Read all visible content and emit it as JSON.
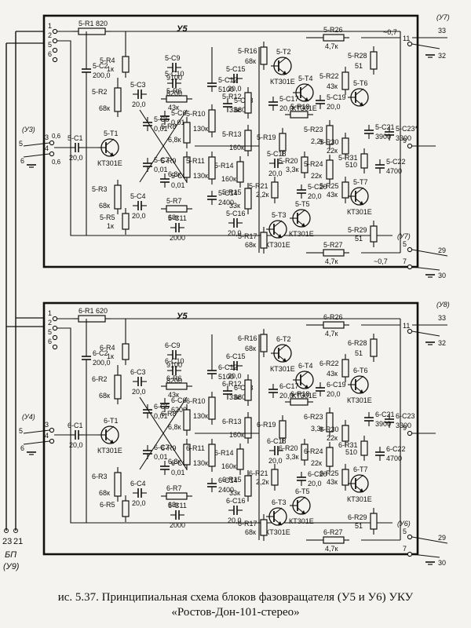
{
  "caption": {
    "line1": "ис. 5.37. Принципиальная схема блоков фазовращателя (У5 и У6) УКУ",
    "line2": "«Ростов-Дон-101-стерео»"
  },
  "blocks": [
    {
      "id": "u5",
      "title": "У5",
      "input_connector": "(У3)",
      "output_connector_top": "(У7)",
      "output_connector_bottom": "(У7)",
      "voltage_top": "~0,7",
      "voltage_bottom": "~0,7",
      "pins_left_top": [
        "1",
        "2",
        "5",
        "6"
      ],
      "pins_left_mid": [
        "5",
        "6",
        "3",
        "4"
      ],
      "pins_right": [
        "33",
        "32",
        "11",
        "9",
        "5",
        "29",
        "7",
        "30"
      ],
      "values_left_mid": [
        "0,6",
        "0,6"
      ],
      "components": {
        "R1": "5-R1  820",
        "C2": "5-C2",
        "C2v": "200,0",
        "C1": "5-C1",
        "C1v": "20,0",
        "T1": "5-T1",
        "T1v": "КТ301Е",
        "R2": "5-R2",
        "R2v": "68к",
        "R3": "5-R3",
        "R3v": "68к",
        "R4": "5-R4",
        "R4v": "1к",
        "R5": "5-R5",
        "R5v": "1к",
        "C3": "5-C3",
        "C3v": "20,0",
        "C4": "5-C4",
        "C4v": "20,0",
        "C5": "5-C5",
        "C5v": "0,01",
        "C6": "5-C6",
        "C6v": "0,01",
        "C7": "5-C7",
        "C7v": "0,01",
        "C8": "5-C8",
        "C8v": "0,01",
        "C9": "5-C9",
        "C9v": "9100",
        "C10": "5-C10",
        "C10v": "8200",
        "C11": "5-C11",
        "C11v": "2000",
        "R6": "5-R6",
        "R6v": "43к",
        "R7": "5-R7",
        "R7v": "68к",
        "R8": "5-R8",
        "R8v": "6,8к",
        "R9": "5-R9",
        "R9v": "6,8к",
        "R10": "5-R10",
        "R10v": "130к",
        "R11": "5-R11",
        "R11v": "130к",
        "C12": "5-C12",
        "C12v": "5100",
        "C13": "5-C13",
        "C13v": "6800",
        "C14": "5-C14",
        "C14v": "2400",
        "C15": "5-C15",
        "C15v": "20,0",
        "C16": "5-C16",
        "C16v": "20,0",
        "C17": "5-C17",
        "C17v": "20,0",
        "C18": "5-C18",
        "C18v": "20,0",
        "C19": "5-C19",
        "C19v": "20,0",
        "C20": "5-C20",
        "C20v": "20,0",
        "C21": "5-C21",
        "C21v": "3900",
        "C22": "5-C22",
        "C22v": "4700",
        "C23": "5-C23*",
        "C23v": "3300",
        "R12": "5-R12",
        "R12v": "33к",
        "R13": "5-R13",
        "R13v": "160к",
        "R14": "5-R14",
        "R14v": "160к",
        "R15": "5-R15",
        "R15v": "33к",
        "R16": "5-R16",
        "R16v": "68к",
        "R17": "5-R17",
        "R17v": "68к",
        "R18": "5-R18",
        "R19": "5-R19",
        "R20": "5-R20",
        "R20v": "3,3к",
        "R21": "5-R21",
        "R21v": "2,2к",
        "R22": "5-R22",
        "R22v": "43к",
        "R23": "5-R23",
        "R23v": "2,2к",
        "R24": "5-R24",
        "R24v": "22к",
        "R25": "5-R25",
        "R25v": "43к",
        "R26": "5-R26",
        "R26v": "4,7к",
        "R27": "5-R27",
        "R27v": "4,7к",
        "R28": "5-R28",
        "R28v": "51",
        "R29": "5-R29",
        "R29v": "51",
        "R30": "5-R30",
        "R30v": "22к",
        "R31": "5-R31",
        "R31v": "510",
        "T2": "5-T2",
        "T2v": "КТ301Е",
        "T3": "5-T3",
        "T3v": "КТ301Е",
        "T4": "5-T4",
        "T4v": "КТ301Е",
        "T5": "5-T5",
        "T5v": "КТ301Е",
        "T6": "5-T6",
        "T6v": "",
        "T7": "5-T7",
        "T7v": "КТ301Е"
      }
    },
    {
      "id": "u6",
      "title": "У5",
      "input_connector": "(У4)",
      "output_connector_top": "(У8)",
      "output_connector_bottom": "(У6)",
      "voltage_top": "",
      "voltage_bottom": "",
      "pins_left_top": [
        "1",
        "2",
        "5",
        "6"
      ],
      "pins_left_mid": [
        "5",
        "6",
        "3",
        "4"
      ],
      "pins_right": [
        "33",
        "32",
        "11",
        "9",
        "5",
        "29",
        "7",
        "30"
      ],
      "values_left_mid": [
        "",
        ""
      ],
      "components": {
        "R1": "6-R1  620",
        "C2": "6-C2",
        "C2v": "200,0",
        "C1": "6-C1",
        "C1v": "20,0",
        "T1": "6-T1",
        "T1v": "КТ301Е",
        "R2": "6-R2",
        "R2v": "68к",
        "R3": "6-R3",
        "R3v": "68к",
        "R4": "6-R4",
        "R4v": "1к",
        "R5": "6-R5",
        "R5v": "",
        "C3": "6-C3",
        "C3v": "20,0",
        "C4": "6-C4",
        "C4v": "20,0",
        "C5": "6-C5",
        "C5v": "0,01",
        "C6": "6-C6",
        "C6v": "6200",
        "C7": "6-C7",
        "C7v": "0,01",
        "C8": "6-C8",
        "C8v": "0,01",
        "C9": "6-C9",
        "C9v": "9100",
        "C10": "6-C10",
        "C10v": "8200",
        "C11": "6-C11",
        "C11v": "2000",
        "R6": "6-R6",
        "R6v": "43к",
        "R7": "6-R7",
        "R7v": "68к",
        "R8": "6-R8",
        "R8v": "6,8к",
        "R9": "6-R9",
        "R9v": "6,8к",
        "R10": "6-R10",
        "R10v": "130к",
        "R11": "6-R11",
        "R11v": "130к",
        "C12": "6-C12",
        "C12v": "5100",
        "C13": "6-C13",
        "C13v": "6800",
        "C14": "6-C14",
        "C14v": "2400",
        "C15": "6-C15",
        "C15v": "20,0",
        "C16": "6-C16",
        "C16v": "20,0",
        "C17": "6-C17",
        "C17v": "20,0",
        "C18": "6-C18",
        "C18v": "20,0",
        "C19": "6-C19",
        "C19v": "20,0",
        "C20": "6-C20",
        "C20v": "20,0",
        "C21": "6-C21",
        "C21v": "3900",
        "C22": "6-C22",
        "C22v": "4700",
        "C23": "6-C23",
        "C23v": "3300",
        "R12": "6-R12",
        "R12v": "33к",
        "R13": "6-R13",
        "R13v": "160к",
        "R14": "6-R14",
        "R14v": "160к",
        "R15": "6-R15",
        "R15v": "33к",
        "R16": "6-R16",
        "R16v": "68к",
        "R17": "6-R17",
        "R17v": "68к",
        "R18": "6-R18",
        "R19": "6-R19",
        "R20": "6-R20",
        "R20v": "3,3к",
        "R21": "6-R21",
        "R21v": "2,2к",
        "R22": "6-R22",
        "R22v": "43к",
        "R23": "6-R23",
        "R23v": "3,3к",
        "R24": "6-R24",
        "R24v": "22к",
        "R25": "6-R25",
        "R25v": "43к",
        "R26": "6-R26",
        "R26v": "4,7к",
        "R27": "6-R27",
        "R27v": "4,7к",
        "R28": "6-R28",
        "R28v": "51",
        "R29": "6-R29",
        "R29v": "51",
        "R30": "6-R30",
        "R30v": "22к",
        "R31": "6-R31",
        "R31v": "510",
        "T2": "6-T2",
        "T2v": "КТ301Е",
        "T3": "6-T3",
        "T3v": "КТ301Е",
        "T4": "6-T4",
        "T4v": "КТ301Е",
        "T5": "6-T5",
        "T5v": "КТ301Е",
        "T6": "6-T6",
        "T6v": "КТ301Е",
        "T7": "6-T7",
        "T7v": "КТ301Е"
      }
    }
  ],
  "power_bus": {
    "pin_23": "23",
    "pin_21": "21",
    "label_bp": "БП",
    "label_u9": "(У9)"
  }
}
